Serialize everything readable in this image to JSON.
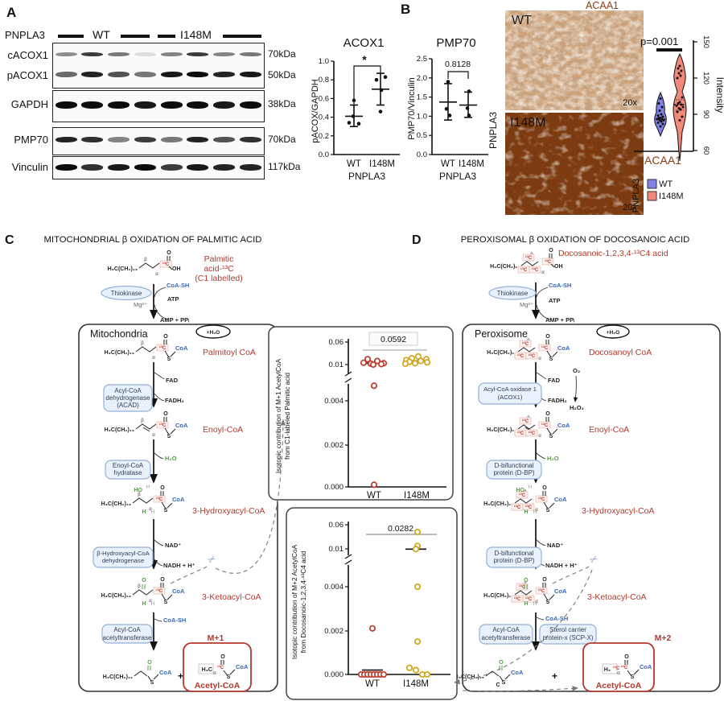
{
  "glyphs": {
    "o": "O",
    "oh": "OH",
    "ho": "HO",
    "h": "H",
    "s": "S",
    "c": "C",
    "plus": "+",
    "c13": "¹³C",
    "coa": "CoA",
    "alpha": "α",
    "beta": "β",
    "f13": "H₃C(CH₂)₁₃",
    "f17": "H₃C(CH₂)₁₇",
    "f12": "H₃C(CH₂)₁₂",
    "f15": "H₃C(CH₂)₁₅",
    "h3c": "H₃C",
    "h3": "H₃",
    "coash": "CoA-SH",
    "atp": "ATP",
    "amp": "AMP + PPᵢ",
    "mg": "Mg²⁺",
    "fad": "FAD",
    "fadh2": "FADH₂",
    "h2o": "H₂O",
    "plus_h2o": "+H₂O",
    "nad": "NAD⁺",
    "nadh": "NADH + H⁺",
    "o2": "O₂",
    "h2o2": "H₂O₂",
    "scissors": "✂"
  },
  "panel_a": {
    "label": "A",
    "blot": {
      "gene": "PNPLA3",
      "group_wt": "WT",
      "group_mut": "I148M",
      "rows": [
        {
          "name": "cACOX1",
          "kda": "70kDa",
          "bands": [
            0.45,
            0.8,
            0.55,
            0.12,
            0.5,
            0.8,
            0.5,
            0.55
          ]
        },
        {
          "name": "pACOX1",
          "kda": "50kDa",
          "bands": [
            0.6,
            0.9,
            0.7,
            0.55,
            0.95,
            1,
            0.9,
            0.95
          ]
        },
        {
          "name": "GAPDH",
          "kda": "38kDa",
          "bands": [
            1,
            1,
            1,
            0.95,
            1,
            1,
            0.95,
            1
          ]
        },
        {
          "name": "PMP70",
          "kda": "70kDa",
          "bands": [
            0.9,
            0.85,
            0.5,
            0.8,
            0.55,
            0.9,
            0.7,
            0.85
          ]
        },
        {
          "name": "Vinculin",
          "kda": "117kDa",
          "bands": [
            1,
            0.85,
            0.95,
            1,
            0.8,
            0.95,
            0.9,
            0.9
          ]
        }
      ]
    }
  },
  "panel_b": {
    "label": "B",
    "stain": "ACAA1",
    "img_wt_label": "WT",
    "img_mut_label": "I148M",
    "mag": "20x",
    "side_label": "PNPLA3"
  },
  "panel_c": {
    "label": "C",
    "title": "MITOCHONDRIAL β OXIDATION OF PALMITIC ACID",
    "substrate": {
      "l1": "Palmitic",
      "l2": "acid-¹³C",
      "l3": "(C1 labelled)"
    },
    "compartment": "Mitochondria",
    "m_label": "M+1",
    "metabolites": {
      "palmitoyl": "Palmitoyl CoA",
      "enoyl": "Enoyl-CoA",
      "hydroxy": "3-Hydroxyacyl-CoA",
      "keto": "3-Ketoacyl-CoA",
      "acetyl": "Acetyl-CoA"
    },
    "enzymes": {
      "thiokinase": "Thiokinase",
      "acad_l1": "Acyl-CoA",
      "acad_l2": "dehydrogenase",
      "acad_l3": "(ACAD)",
      "hyd_l1": "Enoyl-CoA",
      "hyd_l2": "hydratase",
      "bhad_l1": "β-Hydroxyacyl-CoA",
      "bhad_l2": "dehydrogenase",
      "acat_l1": "Acyl-CoA",
      "acat_l2": "acetyltransferase"
    }
  },
  "panel_d": {
    "label": "D",
    "title": "PEROXISOMAL β OXIDATION OF DOCOSANOIC ACID",
    "substrate_name": "Docosanoic-1,2,3,4-¹³C4 acid",
    "compartment": "Peroxisome",
    "m_label": "M+2",
    "metabolites": {
      "docosanoyl": "Docosanoyl CoA",
      "enoyl": "Enoyl-CoA",
      "hydroxy": "3-Hydroxyacyl-CoA",
      "keto": "3-Ketoacyl-CoA",
      "acetyl": "Acetyl-CoA"
    },
    "enzymes": {
      "thiokinase": "Thiokinase",
      "acox_l1": "Acyl-CoA oxidase 1",
      "acox_l2": "(ACOX1)",
      "dbp_l1": "D-bifunctional",
      "dbp_l2": "protein (D-BP)",
      "acat_l1": "Acyl-CoA",
      "acat_l2": "acetyltransferase",
      "scpx_l1": "Sterol carrier",
      "scpx_l2": "protein-x (SCP-X)"
    }
  },
  "colors": {
    "metabolite_red": "#b5382c",
    "c13_red": "#c0392b",
    "coa_blue": "#3568b8",
    "green": "#53a045",
    "acaa1_brown": "#8a3c12",
    "wt_point": "#c0392b",
    "mut_point": "#d1a517",
    "violin_wt": "#8181e6",
    "violin_mut": "#f0897a",
    "ihc_wt_base": "#c9a27d",
    "ihc_mut_base": "#7c3b10"
  },
  "chart_data": [
    {
      "id": "acox1",
      "type": "scatter",
      "title": "ACOX1",
      "ylabel": "pACOX/GAPDH",
      "ylim": [
        0,
        1.0
      ],
      "yticks": [
        "0.0",
        "0.2",
        "0.4",
        "0.6",
        "0.8",
        "1.0"
      ],
      "categories": [
        "WT",
        "I148M"
      ],
      "xlabel": "PNPLA3",
      "significance": "*",
      "series": [
        {
          "name": "WT",
          "values": [
            0.58,
            0.41,
            0.34,
            0.33
          ],
          "mean": 0.41,
          "sd_low": 0.3,
          "sd_high": 0.53
        },
        {
          "name": "I148M",
          "values": [
            0.83,
            0.8,
            0.69,
            0.46
          ],
          "mean": 0.7,
          "sd_low": 0.53,
          "sd_high": 0.87
        }
      ]
    },
    {
      "id": "pmp70",
      "type": "scatter",
      "title": "PMP70",
      "ylabel": "PMP70/Vinculin",
      "ylim": [
        0,
        2.5
      ],
      "yticks": [
        "0.0",
        "0.5",
        "1.0",
        "1.5",
        "2.0",
        "2.5"
      ],
      "categories": [
        "WT",
        "I148M"
      ],
      "xlabel": "PNPLA3",
      "p_value": "0.8128",
      "series": [
        {
          "name": "WT",
          "values": [
            1.9,
            1.19,
            1.02
          ],
          "mean": 1.37,
          "sd_low": 0.9,
          "sd_high": 1.85
        },
        {
          "name": "I148M",
          "values": [
            1.65,
            1.21,
            1.02
          ],
          "mean": 1.29,
          "sd_low": 0.97,
          "sd_high": 1.63
        }
      ]
    },
    {
      "id": "acaa1_violin",
      "type": "violin",
      "p_value": "p=0.001",
      "ylabel": "Intensity",
      "yticks": [
        "60",
        "90",
        "120",
        "150"
      ],
      "ylim": [
        60,
        150
      ],
      "xlabel": "ACAA1",
      "legend_title": "PNPLA3",
      "series": [
        {
          "name": "WT",
          "color": "#8181e6",
          "values": [
            103,
            99,
            96,
            93,
            90,
            89,
            88,
            87,
            87,
            86,
            86,
            85,
            85,
            84,
            83,
            82,
            80
          ],
          "median": 86
        },
        {
          "name": "I148M",
          "color": "#f0897a",
          "values": [
            130,
            128,
            126,
            124,
            122,
            120,
            104,
            100,
            99,
            98,
            97,
            96,
            95,
            94,
            92,
            88,
            85
          ],
          "median": 98
        }
      ]
    },
    {
      "id": "m1_acetylcoa",
      "type": "scatter_broken_axis",
      "p_value": "0.0592",
      "ylabel_lines": [
        "Isotopic contribution of M+1 AcetylCoA",
        "from C1-labeled Palmitic acid"
      ],
      "yticks_lower": [
        "0.000",
        "0.002",
        "0.004"
      ],
      "yticks_upper": [
        "0.01",
        "0.06"
      ],
      "categories": [
        "WT",
        "I148M"
      ],
      "series": [
        {
          "name": "WT",
          "color": "#c0392b",
          "values": [
            0.022,
            0.018,
            0.014,
            0.013,
            0.012,
            0.011,
            0.01,
            0.0047,
            0.0001
          ],
          "median": 0.013
        },
        {
          "name": "I148M",
          "color": "#d1a517",
          "values": [
            0.028,
            0.024,
            0.022,
            0.02,
            0.018,
            0.016,
            0.015,
            0.013,
            0.012
          ],
          "median": 0.018
        }
      ]
    },
    {
      "id": "m2_acetylcoa",
      "type": "scatter_broken_axis",
      "p_value": "0.0282",
      "ylabel_lines": [
        "Isotopic contribution of M+2 AcetylCoA",
        "from Docosanoic-1,2,3,4-¹³C4 acid"
      ],
      "yticks_lower": [
        "0.000",
        "0.002",
        "0.004"
      ],
      "yticks_upper": [
        "0.01",
        "0.06"
      ],
      "categories": [
        "WT",
        "I148M"
      ],
      "series": [
        {
          "name": "WT",
          "color": "#c0392b",
          "values": [
            0.0021,
            0,
            0,
            0,
            0,
            0,
            0,
            0,
            0
          ],
          "median": 0.0002
        },
        {
          "name": "I148M",
          "color": "#d1a517",
          "values": [
            0.045,
            0.016,
            0.0095,
            0.004,
            0.0015,
            0.0003,
            0.0002,
            0,
            0
          ],
          "median": 0.0095
        }
      ]
    }
  ]
}
